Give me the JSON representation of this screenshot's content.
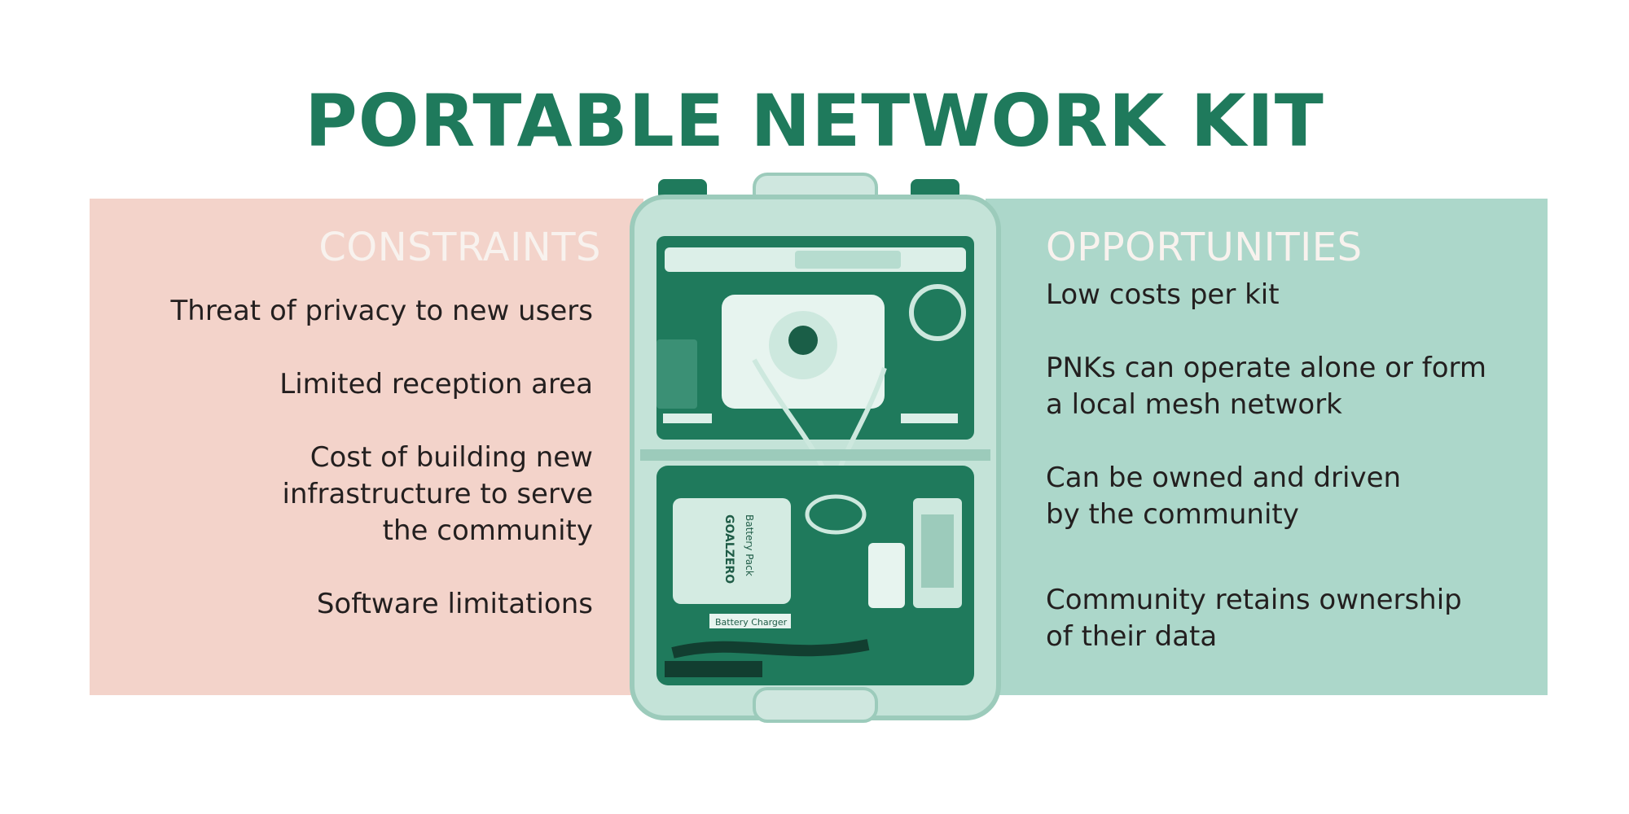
{
  "title": "PORTABLE NETWORK KIT",
  "constraints": {
    "heading": "CONSTRAINTS",
    "items": [
      "Threat of privacy to new users",
      "Limited reception area",
      "Cost of building new\ninfrastructure to serve\nthe community",
      "Software limitations"
    ]
  },
  "opportunities": {
    "heading": "OPPORTUNITIES",
    "items": [
      "Low costs per kit",
      "PNKs can operate alone or form\na local mesh network",
      "Can be owned and driven\nby the community",
      "Community retains ownership\nof their data"
    ]
  },
  "photo_labels": {
    "battery_brand": "GOALZERO",
    "battery_name": "Battery Pack",
    "charger": "Battery Charger"
  },
  "colors": {
    "title": "#1f7a5c",
    "constraints_bg": "#f3d3ca",
    "opportunities_bg": "#acd7ca",
    "photo_tint": "#1f7a5c",
    "heading_text": "#f8f2ee",
    "body_text": "#231f1f"
  }
}
